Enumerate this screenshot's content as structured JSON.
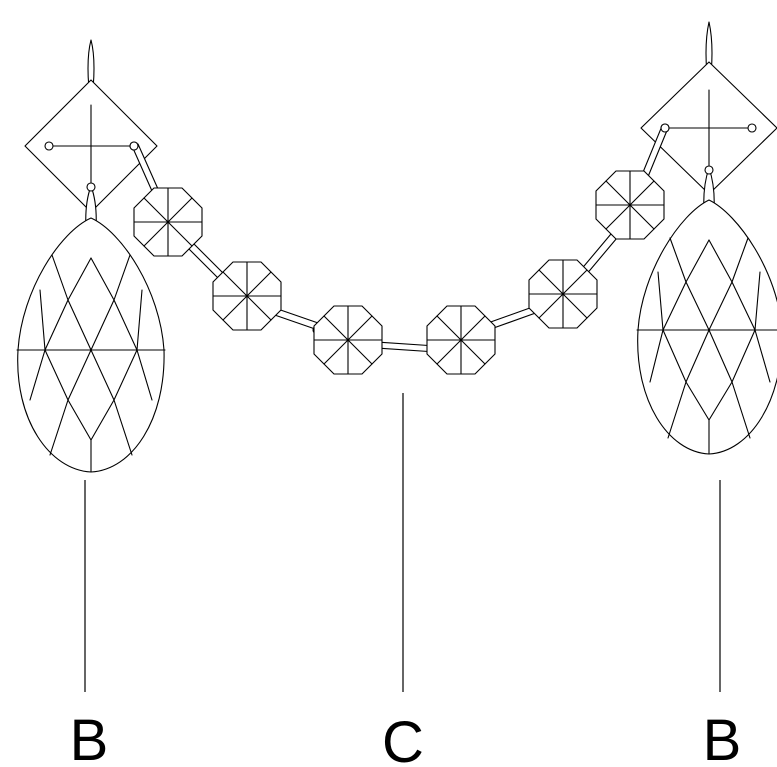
{
  "labels": {
    "left": "B",
    "center": "C",
    "right": "B"
  }
}
